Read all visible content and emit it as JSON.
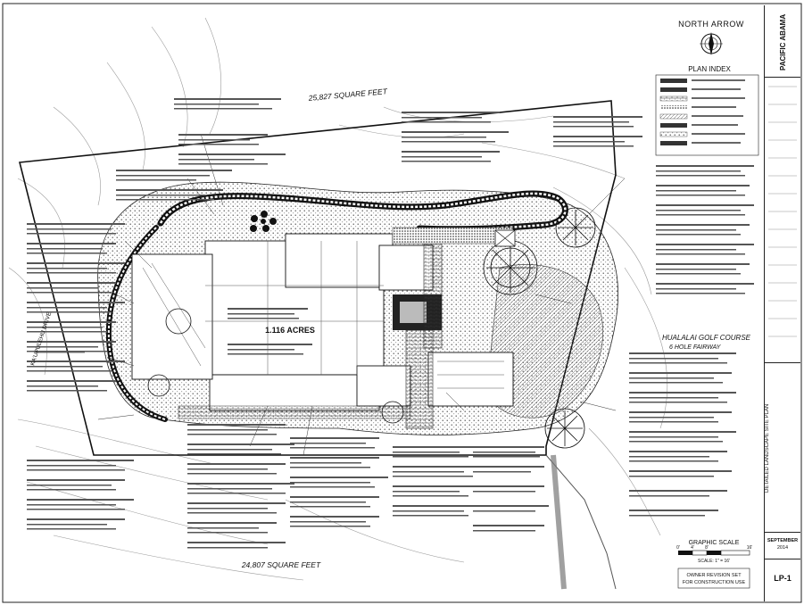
{
  "plan": {
    "north_arrow_title": "NORTH ARROW",
    "plan_index_title": "PLAN INDEX",
    "area_top": "25,827 SQUARE FEET",
    "area_bottom": "24,807 SQUARE FEET",
    "center_area": "1.116 ACRES",
    "fairway_label_1": "HUALALAI GOLF COURSE",
    "fairway_label_2": "6 HOLE FAIRWAY",
    "road_label": "KA'UPULEHU DRIVE",
    "graphic_scale_title": "GRAPHIC SCALE",
    "scale_ticks": [
      "0'",
      "4'",
      "8'",
      "16'"
    ],
    "scale_note": "SCALE: 1\" = 16'",
    "owner_note_1": "OWNER REVISION SET",
    "owner_note_2": "FOR CONSTRUCTION USE"
  },
  "title_block": {
    "firm_name": "PACIFIC ABAMA",
    "drawing_title": "DETAILED LANDSCAPE SITE PLAN",
    "date_month": "SEPTEMBER",
    "date_year": "2014",
    "sheet_number": "LP-1"
  }
}
